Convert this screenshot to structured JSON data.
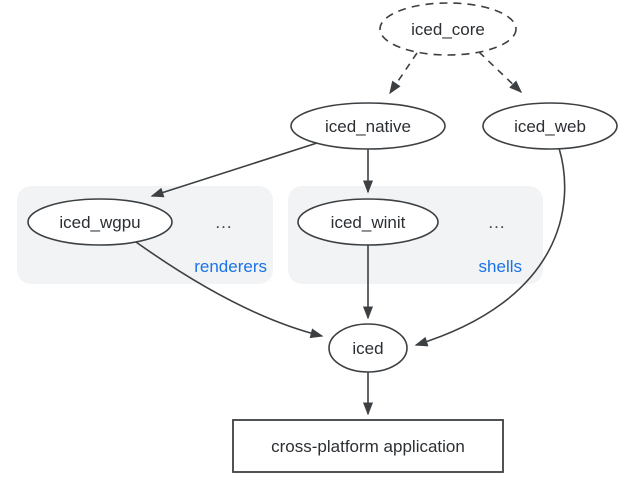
{
  "diagram": {
    "colors": {
      "background": "#ffffff",
      "node_stroke": "#3c4043",
      "node_fill": "#ffffff",
      "text": "#2b2f33",
      "edge": "#3c4043",
      "group_fill": "#f1f3f4",
      "group_label_color": "#1a73e8"
    },
    "nodes": {
      "iced_core": {
        "label": "iced_core",
        "shape": "dashed-ellipse"
      },
      "iced_native": {
        "label": "iced_native",
        "shape": "ellipse"
      },
      "iced_web": {
        "label": "iced_web",
        "shape": "ellipse"
      },
      "iced_wgpu": {
        "label": "iced_wgpu",
        "shape": "ellipse"
      },
      "iced_winit": {
        "label": "iced_winit",
        "shape": "ellipse"
      },
      "iced": {
        "label": "iced",
        "shape": "ellipse"
      },
      "application": {
        "label": "cross-platform application",
        "shape": "rect"
      }
    },
    "groups": {
      "renderers": {
        "label": "renderers",
        "ellipsis": "...",
        "members": [
          "iced_wgpu"
        ]
      },
      "shells": {
        "label": "shells",
        "ellipsis": "...",
        "members": [
          "iced_winit"
        ]
      }
    },
    "edges": [
      {
        "from": "iced_core",
        "to": "iced_native",
        "style": "dashed"
      },
      {
        "from": "iced_core",
        "to": "iced_web",
        "style": "dashed"
      },
      {
        "from": "iced_native",
        "to": "iced_wgpu",
        "style": "solid"
      },
      {
        "from": "iced_native",
        "to": "iced_winit",
        "style": "solid"
      },
      {
        "from": "iced_wgpu",
        "to": "iced",
        "style": "solid"
      },
      {
        "from": "iced_winit",
        "to": "iced",
        "style": "solid"
      },
      {
        "from": "iced_web",
        "to": "iced",
        "style": "solid"
      },
      {
        "from": "iced",
        "to": "application",
        "style": "solid"
      }
    ]
  }
}
